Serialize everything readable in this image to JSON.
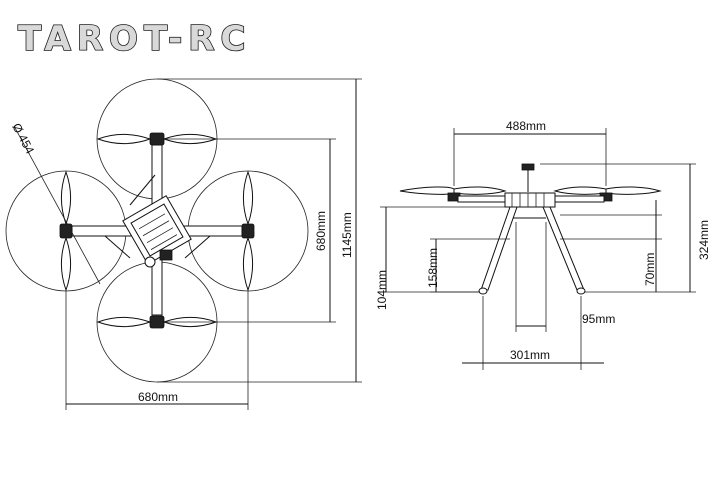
{
  "brand": {
    "logo_text": "TAROT-RC"
  },
  "top_view": {
    "prop_diameter_label": "Ø 454",
    "motor_span_label": "680mm",
    "motor_span_vertical_label": "680mm",
    "overall_length_label": "1145mm"
  },
  "side_view": {
    "motor_span_label": "488mm",
    "total_height_label": "324mm",
    "leg_height_label": "158mm",
    "ground_clearance_label": "104mm",
    "body_height_label": "70mm",
    "inner_leg_spread_label": "95mm",
    "foot_spread_label": "301mm"
  }
}
